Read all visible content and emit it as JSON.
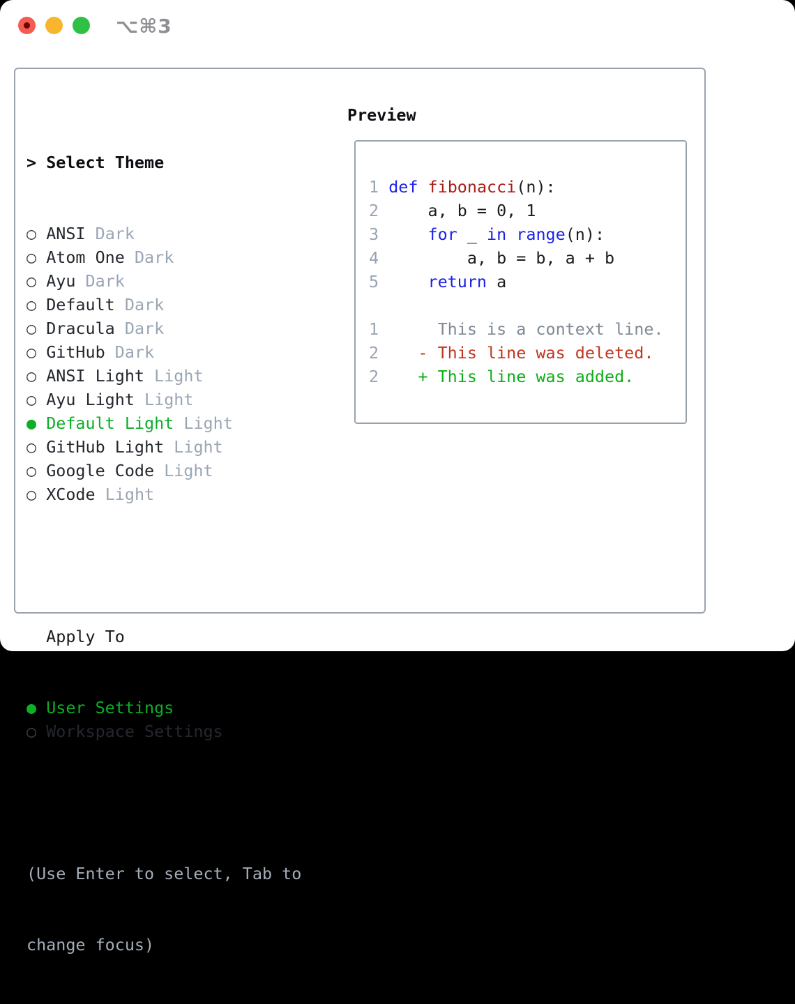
{
  "window": {
    "title": "⌥⌘3",
    "traffic_lights": [
      {
        "name": "close-button",
        "color": "#f35c51"
      },
      {
        "name": "minimize-button",
        "color": "#f8b52e"
      },
      {
        "name": "zoom-button",
        "color": "#2fc046"
      }
    ]
  },
  "theme_selector": {
    "header": {
      "prompt": ">",
      "label": "Select Theme"
    },
    "items": [
      {
        "marker": "○",
        "label": "ANSI",
        "tag": "Dark",
        "selected": false
      },
      {
        "marker": "○",
        "label": "Atom One",
        "tag": "Dark",
        "selected": false
      },
      {
        "marker": "○",
        "label": "Ayu",
        "tag": "Dark",
        "selected": false
      },
      {
        "marker": "○",
        "label": "Default",
        "tag": "Dark",
        "selected": false
      },
      {
        "marker": "○",
        "label": "Dracula",
        "tag": "Dark",
        "selected": false
      },
      {
        "marker": "○",
        "label": "GitHub",
        "tag": "Dark",
        "selected": false
      },
      {
        "marker": "○",
        "label": "ANSI Light",
        "tag": "Light",
        "selected": false
      },
      {
        "marker": "○",
        "label": "Ayu Light",
        "tag": "Light",
        "selected": false
      },
      {
        "marker": "●",
        "label": "Default Light",
        "tag": "Light",
        "selected": true
      },
      {
        "marker": "○",
        "label": "GitHub Light",
        "tag": "Light",
        "selected": false
      },
      {
        "marker": "○",
        "label": "Google Code",
        "tag": "Light",
        "selected": false
      },
      {
        "marker": "○",
        "label": "XCode",
        "tag": "Light",
        "selected": false
      }
    ],
    "apply_to": {
      "header": "Apply To",
      "items": [
        {
          "marker": "●",
          "label": "User Settings",
          "selected": true
        },
        {
          "marker": "○",
          "label": "Workspace Settings",
          "selected": false
        }
      ]
    },
    "hint_lines": [
      "(Use Enter to select, Tab to",
      "change focus)"
    ]
  },
  "preview": {
    "header": "Preview",
    "code_lines": [
      {
        "segments": [
          {
            "text": "1",
            "style": "num"
          },
          {
            "text": " ",
            "style": "pl"
          },
          {
            "text": "def",
            "style": "kw"
          },
          {
            "text": " ",
            "style": "pl"
          },
          {
            "text": "fibonacci",
            "style": "fn"
          },
          {
            "text": "(n):",
            "style": "pl"
          }
        ]
      },
      {
        "segments": [
          {
            "text": "2",
            "style": "num"
          },
          {
            "text": "     a, b = 0, 1",
            "style": "pl"
          }
        ]
      },
      {
        "segments": [
          {
            "text": "3",
            "style": "num"
          },
          {
            "text": "     ",
            "style": "pl"
          },
          {
            "text": "for",
            "style": "kw"
          },
          {
            "text": " _ ",
            "style": "pl"
          },
          {
            "text": "in",
            "style": "kw"
          },
          {
            "text": " ",
            "style": "pl"
          },
          {
            "text": "range",
            "style": "kw"
          },
          {
            "text": "(n):",
            "style": "pl"
          }
        ]
      },
      {
        "segments": [
          {
            "text": "4",
            "style": "num"
          },
          {
            "text": "         a, b = b, a + b",
            "style": "pl"
          }
        ]
      },
      {
        "segments": [
          {
            "text": "5",
            "style": "num"
          },
          {
            "text": "     ",
            "style": "pl"
          },
          {
            "text": "return",
            "style": "kw"
          },
          {
            "text": " a",
            "style": "pl"
          }
        ]
      },
      {
        "segments": []
      },
      {
        "segments": [
          {
            "text": "1",
            "style": "num"
          },
          {
            "text": "      This is a context line.",
            "style": "ctx"
          }
        ]
      },
      {
        "segments": [
          {
            "text": "2",
            "style": "num"
          },
          {
            "text": "    - This line was deleted.",
            "style": "del"
          }
        ]
      },
      {
        "segments": [
          {
            "text": "2",
            "style": "num"
          },
          {
            "text": "    + This line was added.",
            "style": "add"
          }
        ]
      }
    ]
  },
  "colors": {
    "selection_green": "#0caf27",
    "keyword_blue": "#1c22e8",
    "function_red": "#a81d15",
    "diff_deleted_red": "#c1351f",
    "diff_added_green": "#0fae1a",
    "line_number_gray": "#98a3b3",
    "context_gray": "#7f8993",
    "tag_gray": "#9aa5b4",
    "hint_gray": "#a4adb9",
    "panel_border": "#9aa3ad",
    "traffic_red": "#f35c51",
    "traffic_yellow": "#f8b52e",
    "traffic_green": "#2fc046"
  }
}
